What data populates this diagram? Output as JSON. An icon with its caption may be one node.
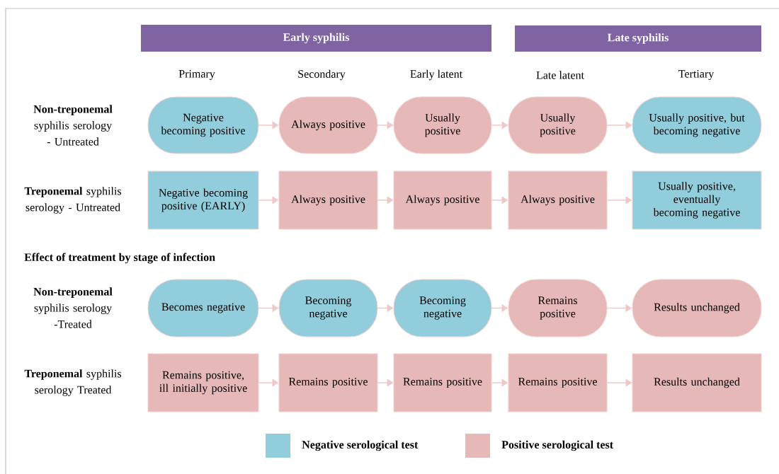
{
  "diagram": {
    "nodes": [
      {
        "text": [
          "Early syphilis"
        ]
      },
      {
        "text": [
          "Late syphilis"
        ]
      },
      {
        "text": [
          "Negative becoming positive"
        ]
      },
      {
        "text": [
          "Always positive"
        ]
      },
      {
        "text": [
          "Usually positive"
        ]
      },
      {
        "text": [
          "Usually positive"
        ]
      },
      {
        "text": [
          "Usually positive, but becoming negative"
        ]
      },
      {
        "text": [
          "Negative becoming positive (EARLY)"
        ]
      },
      {
        "text": [
          "Always positive"
        ]
      },
      {
        "text": [
          "Always positive"
        ]
      },
      {
        "text": [
          "Always positive"
        ]
      },
      {
        "text": [
          "Usually positive, eventually becoming negative"
        ]
      },
      {
        "text": [
          "Becomes negative"
        ]
      },
      {
        "text": [
          "Becoming negative"
        ]
      },
      {
        "text": [
          "Becoming negative"
        ]
      },
      {
        "text": [
          "Remains positive"
        ]
      },
      {
        "text": [
          "Results unchanged"
        ]
      },
      {
        "text": [
          "Remains positive, ill initially positive"
        ]
      },
      {
        "text": [
          "Remains positive"
        ]
      },
      {
        "text": [
          "Remains positive"
        ]
      },
      {
        "text": [
          "Remains positive"
        ]
      },
      {
        "text": [
          "Results unchanged"
        ]
      }
    ],
    "edges": [
      {
        "from": 2,
        "to": 3,
        "arrow": "to"
      },
      {
        "from": 3,
        "to": 4,
        "arrow": "to"
      },
      {
        "from": 4,
        "to": 5,
        "arrow": "to"
      },
      {
        "from": 5,
        "to": 6,
        "arrow": "to"
      },
      {
        "from": 7,
        "to": 8,
        "arrow": "to"
      },
      {
        "from": 8,
        "to": 9,
        "arrow": "to"
      },
      {
        "from": 9,
        "to": 10,
        "arrow": "to"
      },
      {
        "from": 10,
        "to": 11,
        "arrow": "to"
      },
      {
        "from": 12,
        "to": 13,
        "arrow": "to"
      },
      {
        "from": 13,
        "to": 14,
        "arrow": "to"
      },
      {
        "from": 14,
        "to": 15,
        "arrow": "to"
      },
      {
        "from": 15,
        "to": 16,
        "arrow": "to"
      },
      {
        "from": 17,
        "to": 18,
        "arrow": "to"
      },
      {
        "from": 18,
        "to": 19,
        "arrow": "to"
      },
      {
        "from": 19,
        "to": 20,
        "arrow": "to"
      },
      {
        "from": 20,
        "to": 21,
        "arrow": "to"
      }
    ],
    "labels": [
      "Primary",
      "Secondary",
      "Early latent",
      "Late latent",
      "Tertiary",
      "**Non-treponemal** syphilis serology - Untreated",
      "**Treponemal** syphilis serology - Untreated",
      "Effect of treatment by stage of infection",
      "**Non-treponemal** syphilis serology -Treated",
      "**Treponemal** syphilis serology Treated"
    ],
    "legend": [
      {
        "text": "Negative serological test",
        "color": "#92cddc"
      },
      {
        "text": "Positive serological test",
        "color": "#e6b9b8"
      }
    ]
  }
}
